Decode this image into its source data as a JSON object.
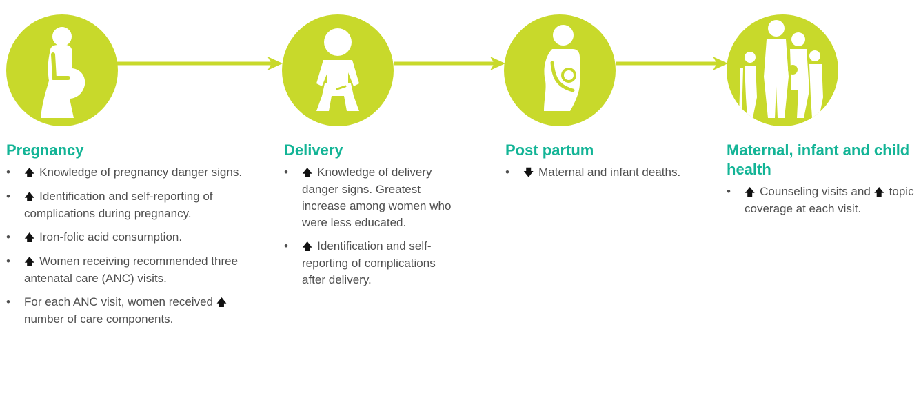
{
  "colors": {
    "circle": "#c8d92b",
    "title": "#13b496",
    "arrow": "#c8d92b"
  },
  "bullet": "•",
  "up": "🡅",
  "down": "🡇",
  "stages": [
    {
      "title": "Pregnancy",
      "icon": "pregnant-woman-icon",
      "items": [
        {
          "pre": "",
          "arrow": "up",
          "text": " Knowledge of pregnancy danger signs."
        },
        {
          "pre": "",
          "arrow": "up",
          "text": " Identification and self-reporting of complications during pregnancy."
        },
        {
          "pre": "",
          "arrow": "up",
          "text": " Iron-folic acid consumption."
        },
        {
          "pre": "",
          "arrow": "up",
          "text": " Women receiving recommended three antenatal care (ANC) visits."
        },
        {
          "pre": "For each ANC visit, women received ",
          "arrow": "up",
          "text": " number of care components."
        }
      ]
    },
    {
      "title": "Delivery",
      "icon": "baby-icon",
      "items": [
        {
          "pre": "",
          "arrow": "up",
          "text": " Knowledge of delivery danger signs. Greatest increase among women who were less educated."
        },
        {
          "pre": "",
          "arrow": "up",
          "text": " Identification and self-reporting of complications after delivery."
        }
      ]
    },
    {
      "title": "Post partum",
      "icon": "mother-holding-baby-icon",
      "items": [
        {
          "pre": "",
          "arrow": "down",
          "text": " Maternal and infant deaths."
        }
      ]
    },
    {
      "title": "Maternal, infant and child health",
      "icon": "family-icon",
      "items": [
        {
          "pre": "",
          "arrow": "up",
          "text": " Counseling visits and ",
          "arrow2": "up",
          "text2": " topic coverage at each visit."
        }
      ]
    }
  ]
}
